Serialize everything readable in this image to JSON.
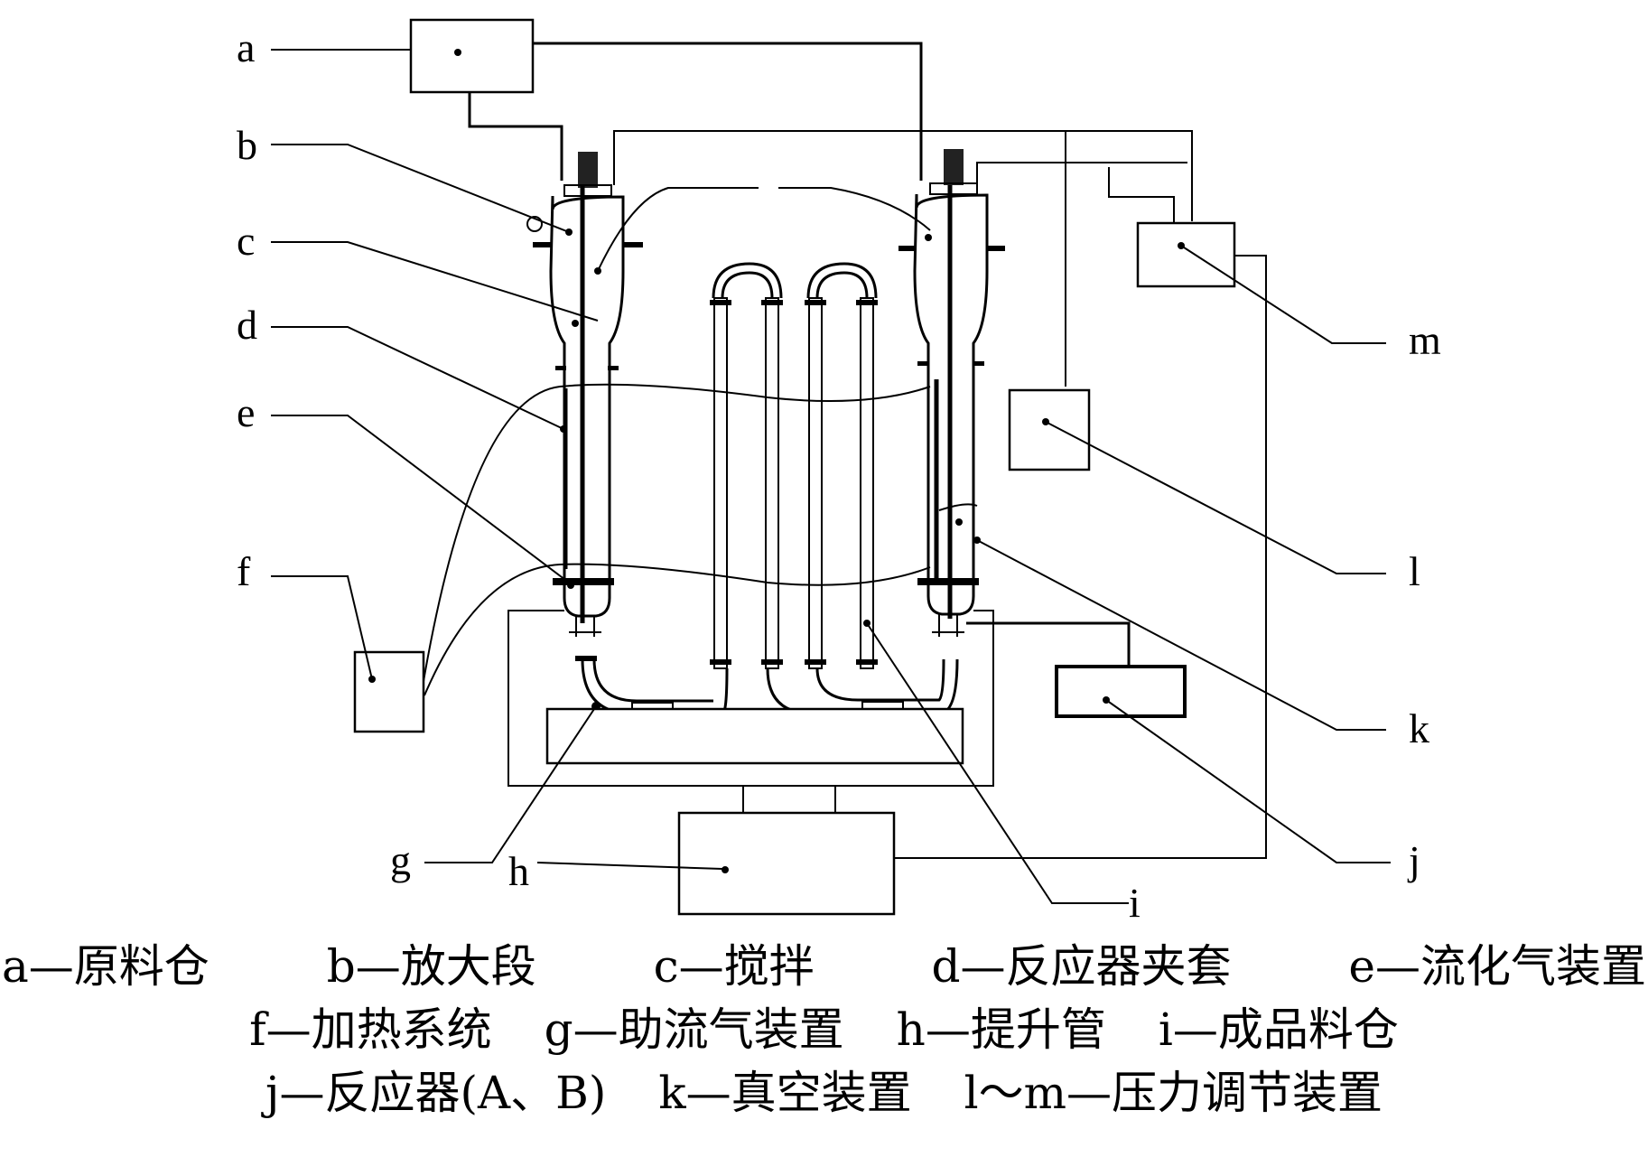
{
  "diagram": {
    "labels": {
      "a": "a",
      "b": "b",
      "c": "c",
      "d": "d",
      "e": "e",
      "f": "f",
      "g": "g",
      "h": "h",
      "i": "i",
      "j": "j",
      "k": "k",
      "l": "l",
      "m": "m"
    }
  },
  "caption": {
    "lines": [
      [
        "a—原料仓",
        "b—放大段",
        "c—搅拌",
        "d—反应器夹套",
        "e—流化气装置"
      ],
      [
        "f—加热系统",
        "g—助流气装置",
        "h—提升管",
        "i—成品料仓"
      ],
      [
        "j—反应器(A、B)",
        "k—真空装置",
        "l～m—压力调节装置"
      ]
    ]
  }
}
